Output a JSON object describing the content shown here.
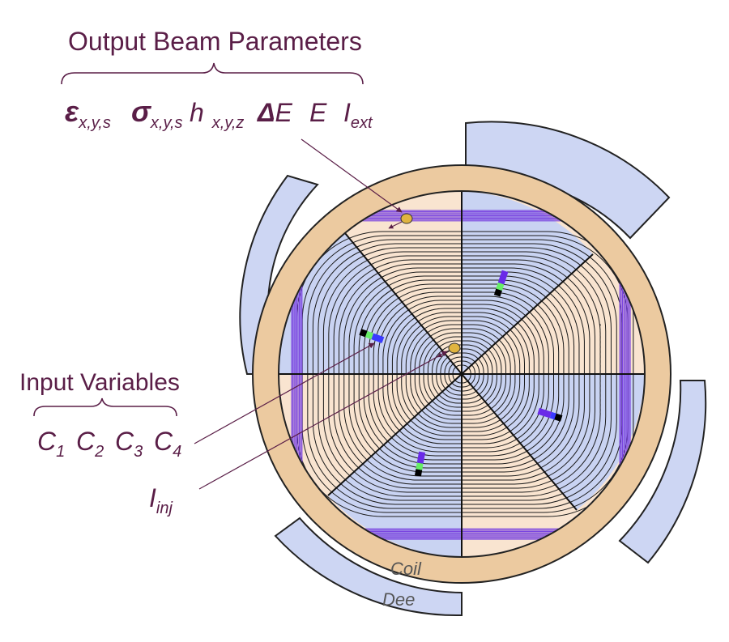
{
  "output_params": {
    "title": "Output Beam Parameters",
    "eps": "ε",
    "eps_sub": "x,y,s",
    "sigma": "σ",
    "sigma_sub": "x,y,s",
    "h": "h",
    "h_sub": "x,y,z",
    "delta": "Δ",
    "delta_e": "E",
    "e": "E",
    "i": "I",
    "i_sub": "ext"
  },
  "input_vars": {
    "title": "Input Variables",
    "c": "C",
    "c1_sub": "1",
    "c2_sub": "2",
    "c3_sub": "3",
    "c4_sub": "4"
  },
  "injection": {
    "i": "I",
    "i_sub": "inj"
  },
  "labels": {
    "coil": "Coil",
    "dee": "Dee"
  },
  "colors": {
    "text": "#5a1e47",
    "dee_fill": "#cdd6f3",
    "coil_fill": "#eccaa0",
    "sector_warm": "#f9e4d0",
    "sector_cool": "#c9d3f2",
    "orbit_band": "#7a45e0",
    "beam_marker": "#e0b440"
  }
}
